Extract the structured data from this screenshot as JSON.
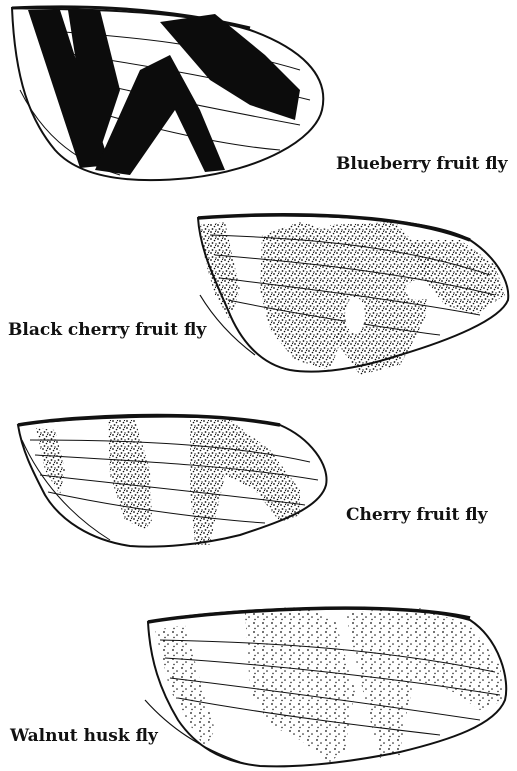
{
  "figure": {
    "background": "#ffffff",
    "ink_color": "#111111",
    "specimens": [
      {
        "id": "blueberry",
        "label": "Blueberry fruit fly",
        "pattern": "solid black bands"
      },
      {
        "id": "black-cherry",
        "label": "Black cherry fruit fly",
        "pattern": "stippled bands"
      },
      {
        "id": "cherry",
        "label": "Cherry fruit fly",
        "pattern": "stippled bands"
      },
      {
        "id": "walnut-husk",
        "label": "Walnut husk fly",
        "pattern": "stippled bands"
      }
    ]
  }
}
